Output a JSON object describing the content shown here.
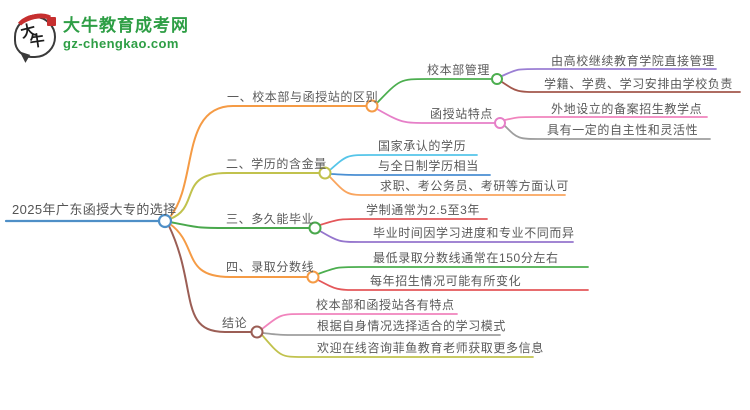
{
  "logo": {
    "mark_char_1": "大",
    "mark_char_2": "牛",
    "site_name": "大牛教育成考网",
    "site_domain": "gz-chengkao.com",
    "brand_green": "#2e9e45",
    "brand_red": "#c62f2f"
  },
  "mindmap": {
    "root": {
      "label": "2025年广东函授大专的选择",
      "color": "#4e8fc7"
    },
    "branches": [
      {
        "label": "一、校本部与函授站的区别",
        "color": "#f59b45",
        "children": [
          {
            "label": "校本部管理",
            "color": "#4cae4f",
            "children": [
              {
                "label": "由高校继续教育学院直接管理",
                "color": "#9b7fd4"
              },
              {
                "label": "学籍、学费、学习安排由学校负责",
                "color": "#a3574c"
              }
            ]
          },
          {
            "label": "函授站特点",
            "color": "#e67fc8",
            "children": [
              {
                "label": "外地设立的备案招生教学点",
                "color": "#f184bd"
              },
              {
                "label": "具有一定的自主性和灵活性",
                "color": "#9e9e9e"
              }
            ]
          }
        ]
      },
      {
        "label": "二、学历的含金量",
        "color": "#c1c24d",
        "children": [
          {
            "label": "国家承认的学历",
            "color": "#55c5e9"
          },
          {
            "label": "与全日制学历相当",
            "color": "#4a8fd3"
          },
          {
            "label": "求职、考公务员、考研等方面认可",
            "color": "#f9a55f"
          }
        ]
      },
      {
        "label": "三、多久能毕业",
        "color": "#49a84c",
        "children": [
          {
            "label": "学制通常为2.5至3年",
            "color": "#e4575a"
          },
          {
            "label": "毕业时间因学习进度和专业不同而异",
            "color": "#9575cd"
          }
        ]
      },
      {
        "label": "四、录取分数线",
        "color": "#f59b45",
        "children": [
          {
            "label": "最低录取分数线通常在150分左右",
            "color": "#4cae4f"
          },
          {
            "label": "每年招生情况可能有所变化",
            "color": "#e4575a"
          }
        ]
      },
      {
        "label": "结论",
        "color": "#9b5e55",
        "children": [
          {
            "label": "校本部和函授站各有特点",
            "color": "#f184bd"
          },
          {
            "label": "根据自身情况选择适合的学习模式",
            "color": "#9e9e9e"
          },
          {
            "label": "欢迎在线咨询菲鱼教育老师获取更多信息",
            "color": "#c1c24d"
          }
        ]
      }
    ]
  }
}
